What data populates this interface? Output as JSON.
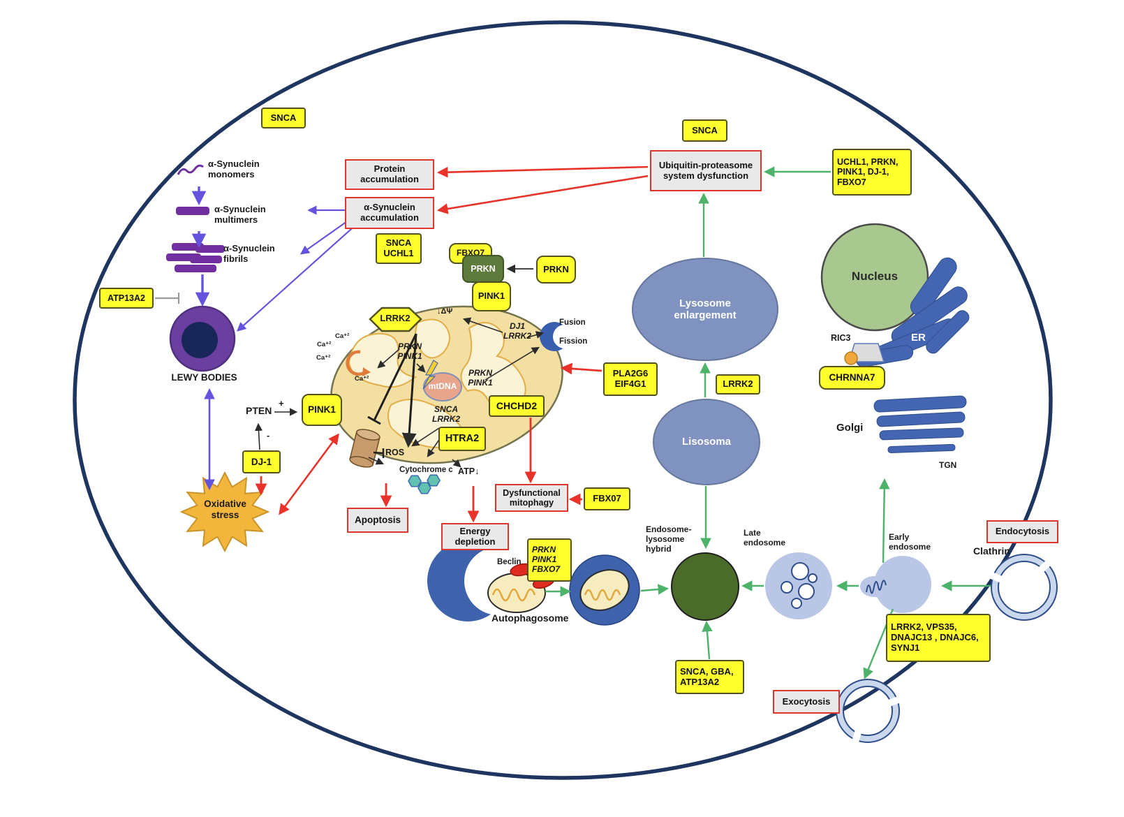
{
  "colors": {
    "membrane": "#1e3560",
    "gene_box_fill": "#ffff2e",
    "gene_box_border": "#52521c",
    "process_box_border": "#df352c",
    "process_box_fill": "#e9e9e9",
    "green_arrow": "#4db36b",
    "red_arrow": "#e8322a",
    "purple_arrow": "#6353dd",
    "mito_fill": "#f3dfa2",
    "nucleus_fill": "#a9c88f",
    "er_golgi_fill": "#4466b2",
    "lysosome_fill": "#8093c0",
    "endosome_fill": "#b9c6e6",
    "hybrid_fill": "#4a6b2a",
    "lewy_outer": "#6b3fa0",
    "lewy_inner": "#18265a",
    "star_fill": "#f2b63d",
    "prkn_tag_fill": "#5e7a3c"
  },
  "cascade": {
    "snca": "SNCA",
    "monomers": "α-Synuclein monomers",
    "multimers": "α-Synuclein multimers",
    "fibrils": "α-Synuclein fibrils",
    "atp13a2": "ATP13A2",
    "lewy_bodies": "LEWY BODIES",
    "oxidative_stress": "Oxidative stress"
  },
  "accumulation": {
    "protein": "Protein accumulation",
    "asyn": "α-Synuclein accumulation",
    "snca_uchl1": "SNCA UCHL1"
  },
  "ups": {
    "snca": "SNCA",
    "title": "Ubiquitin-proteasome system dysfunction",
    "genes": "UCHL1, PRKN, PINK1, DJ-1, FBXO7"
  },
  "mito": {
    "fbxo7": "FBXO7",
    "prkn_tag": "PRKN",
    "prkn_gene": "PRKN",
    "pink1_tag": "PINK1",
    "lrrk2": "LRRK2",
    "delta_psi": "↓ΔΨ",
    "prkn_pink1": "PRKN PINK1",
    "dj1_lrrk2": "DJ1 LRRK2",
    "snca_lrrk2": "SNCA LRRK2",
    "mtdna": "mtDNA",
    "chchd2": "CHCHD2",
    "htra2": "HTRA2",
    "pla2g6_eif4g1": "PLA2G6 EIF4G1",
    "fusion": "Fusion",
    "fission": "Fission",
    "ca": "Ca⁺²",
    "ros": "ROS",
    "cytochrome_c": "Cytochrome c",
    "atp_down": "ATP↓",
    "pten": "PTEN",
    "plus": "+",
    "minus": "-",
    "pink1_left": "PINK1",
    "dj1": "DJ-1"
  },
  "outcomes": {
    "apoptosis": "Apoptosis",
    "energy_depletion": "Energy depletion",
    "dysfunctional_mitophagy": "Dysfunctional mitophagy",
    "fbx07": "FBX07"
  },
  "autophagy": {
    "beclin": "Beclin",
    "genes": "PRKN PINK1 FBXO7",
    "autophagosome": "Autophagosome"
  },
  "lysosome": {
    "enlargement": "Lysosome enlargement",
    "lisosoma": "Lisosoma",
    "lrrk2": "LRRK2"
  },
  "endo": {
    "hybrid": "Endosome- lysosome hybrid",
    "late": "Late endosome",
    "early": "Early endosome",
    "clathrin": "Clathrin",
    "endocytosis": "Endocytosis",
    "exocytosis": "Exocytosis",
    "hybrid_genes": "SNCA, GBA, ATP13A2",
    "traffic_genes": "LRRK2, VPS35, DNAJC13 , DNAJC6, SYNJ1"
  },
  "organelles": {
    "nucleus": "Nucleus",
    "er": "ER",
    "ric3": "RIC3",
    "chrnna7": "CHRNNA7",
    "golgi": "Golgi",
    "tgn": "TGN"
  }
}
